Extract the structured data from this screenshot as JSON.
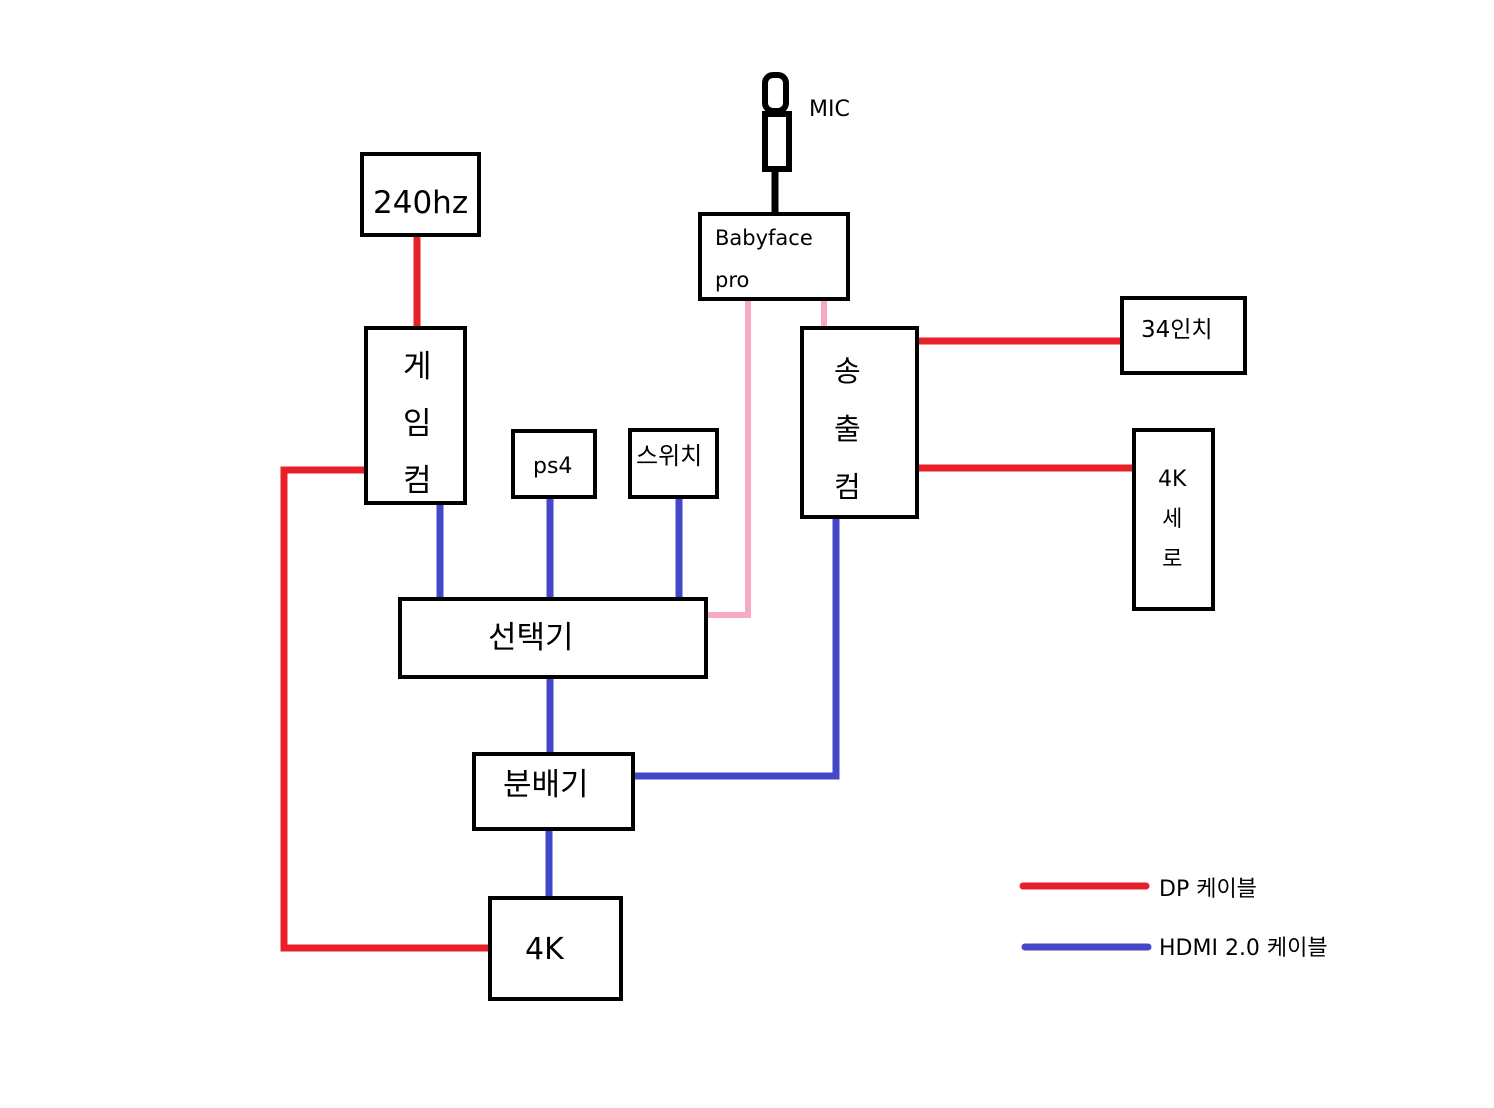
{
  "colors": {
    "dp": "#e8202a",
    "hdmi": "#4347c8",
    "audio": "#f5a9c3",
    "outline": "#000000"
  },
  "nodes": {
    "monitor_240hz": "240hz",
    "gaming_pc": [
      "게",
      "임",
      "컴"
    ],
    "ps4": "ps4",
    "switch": "스위치",
    "selector": "선택기",
    "splitter": "분배기",
    "tv_4k": "4K",
    "babyface_line1": "Babyface",
    "babyface_line2": "pro",
    "mic": "MIC",
    "streaming_pc": [
      "송",
      "출",
      "컴"
    ],
    "monitor_34": "34인치",
    "monitor_4k_vertical": [
      "4K",
      "세",
      "로"
    ]
  },
  "legend": {
    "dp_label": "DP 케이블",
    "hdmi_label": "HDMI 2.0 케이블"
  }
}
